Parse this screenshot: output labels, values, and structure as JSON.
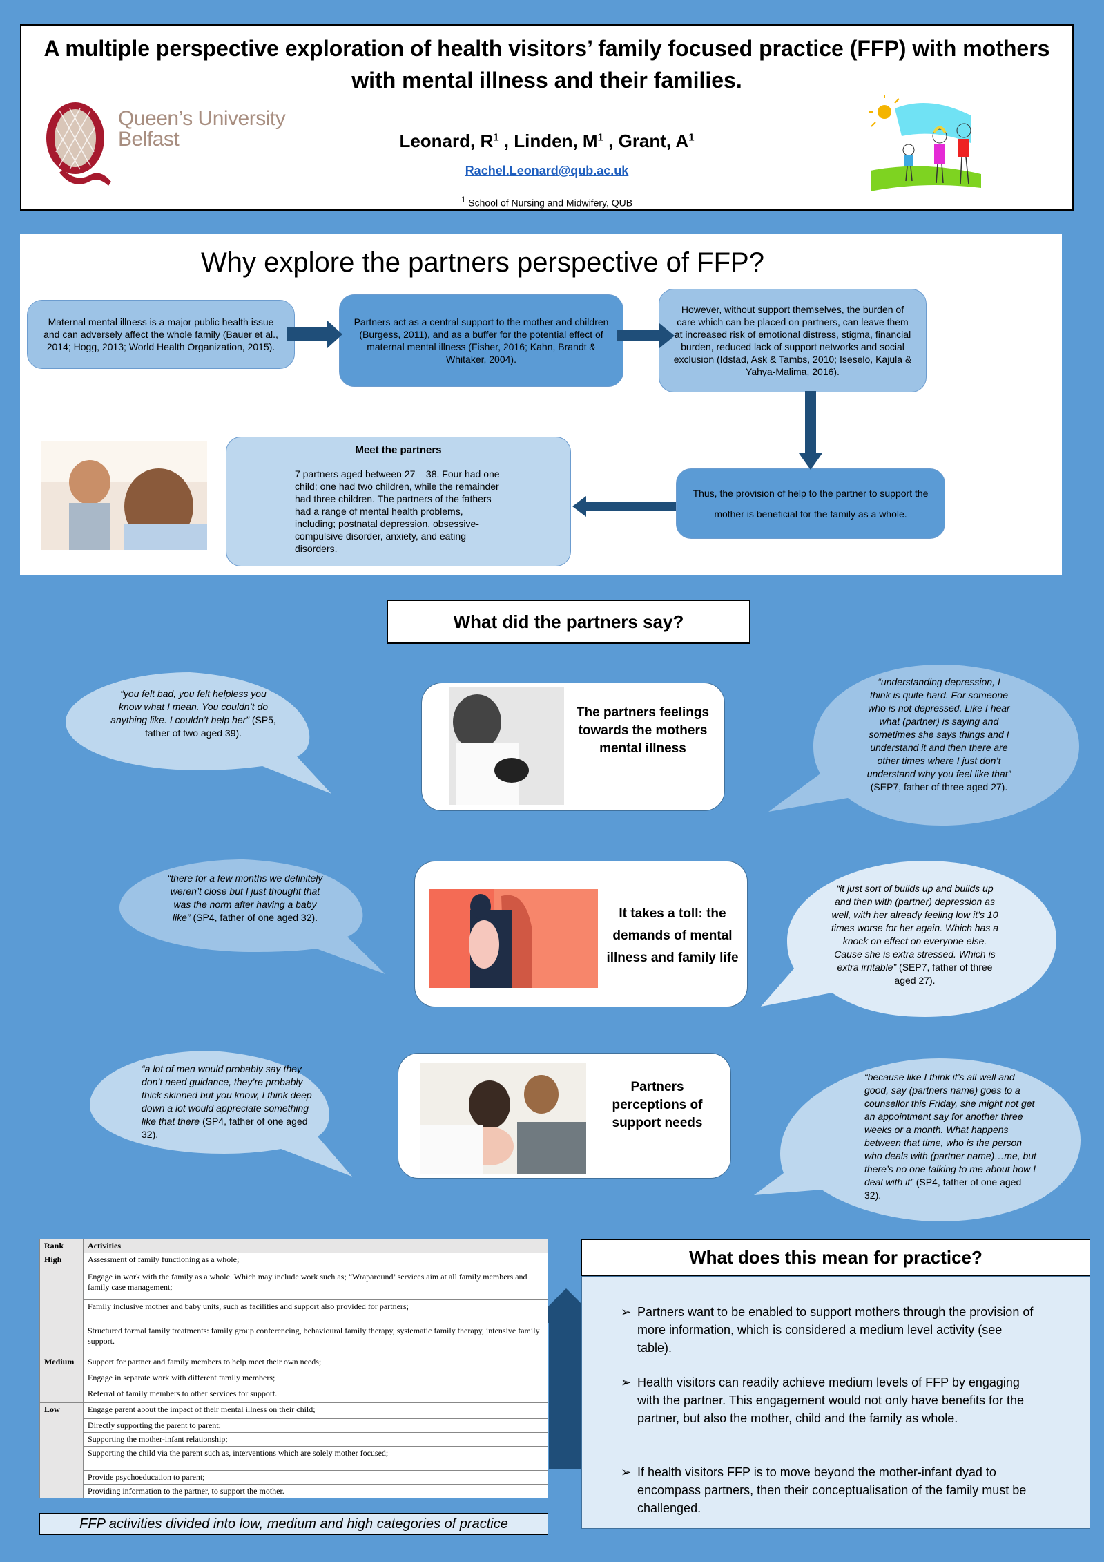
{
  "header": {
    "title_line1": "A multiple perspective exploration of health visitors’ family focused practice (FFP) with mothers",
    "title_line2": "with mental illness and their families.",
    "authors": [
      {
        "name": "Leonard, R",
        "sup": "1"
      },
      {
        "name": "Linden, M",
        "sup": "1"
      },
      {
        "name": "Grant, A",
        "sup": "1"
      }
    ],
    "email": "Rachel.Leonard@qub.ac.uk",
    "affiliation_sup": "1",
    "affiliation": "School of Nursing and Midwifery, QUB",
    "logo_text_line1": "Queen’s University",
    "logo_text_line2": "Belfast"
  },
  "why": {
    "title": "Why explore the partners perspective of FFP?",
    "box1": "Maternal mental illness is a major public health issue and can adversely affect the whole family (Bauer et al., 2014; Hogg, 2013; World Health Organization, 2015).",
    "box2": "Partners act as a central support to the mother and children (Burgess, 2011), and as a buffer for the potential effect of maternal mental illness (Fisher, 2016; Kahn, Brandt & Whitaker, 2004).",
    "box3": "However, without support themselves, the burden of care which can be placed on partners, can leave them at increased risk of emotional distress, stigma, financial burden, reduced lack of support networks and social exclusion (Idstad, Ask & Tambs, 2010; Iseselo, Kajula & Yahya-Malima, 2016).",
    "box4": "Thus, the provision of help to the partner to support the mother is beneficial for the family as a whole.",
    "meet_title": "Meet the partners",
    "meet_body": "7 partners aged between 27 – 38. Four had one child; one had two children, while the remainder had three children. The partners of the fathers had a range of mental health problems, including; postnatal depression, obsessive-compulsive disorder, anxiety, and eating disorders."
  },
  "say": {
    "title": "What did the partners say?",
    "themes": [
      "The partners feelings towards the mothers mental illness",
      "It takes a toll: the demands of mental illness and family life",
      "Partners perceptions of support needs"
    ],
    "quotes": [
      {
        "text": "“you felt bad, you felt helpless you know what I mean. You couldn’t do anything like.  I couldn’t help her”",
        "source": "(SP5, father of two aged 39)."
      },
      {
        "text": "“understanding depression, I think is quite hard. For someone who is not depressed. Like I hear what (partner) is saying and sometimes she says things and I understand it and then there are other times where I just don’t understand why you feel like that”",
        "source": "(SEP7, father of three aged 27)."
      },
      {
        "text": "“there for a few months we definitely weren’t close but I just thought that was the norm after having a baby like”",
        "source": "(SP4, father of one aged 32)."
      },
      {
        "text": "“it just sort of builds up and builds up and then with (partner) depression as well, with her already feeling low it’s 10 times worse for her again. Which has a knock on effect on everyone else. Cause she is extra stressed. Which is extra irritable”",
        "source": "(SEP7, father of three aged 27)."
      },
      {
        "text": "“a lot of men would probably say they don’t need guidance, they’re probably thick skinned but you know, I think deep down a lot would appreciate something like that there",
        "source": "(SP4, father of one aged 32)."
      },
      {
        "text": "“because like I think it’s all well and good, say (partners name) goes to a counsellor this Friday, she might not get an appointment say for another three weeks or a month. What happens between that time, who is the person who deals with (partner name)…me, but there’s no one talking to me about how I deal with it”",
        "source": "(SP4, father of one aged 32)."
      }
    ]
  },
  "table": {
    "headers": [
      "Rank",
      "Activities"
    ],
    "groups": [
      {
        "rank": "High",
        "items": [
          "Assessment of family functioning as a whole;",
          "Engage in work with the family as a whole. Which may include work such as; “Wraparound’ services aim at all family members and family case management;",
          "Family inclusive mother and baby units, such as facilities and support also provided for partners;",
          "Structured formal family treatments: family group conferencing, behavioural family therapy, systematic family therapy, intensive family support."
        ]
      },
      {
        "rank": "Medium",
        "items": [
          "Support for partner and family members to help meet their own needs;",
          "Engage in separate work with different family members;",
          "Referral of family members to other services  for support."
        ]
      },
      {
        "rank": "Low",
        "items": [
          "Engage parent about the impact of their mental illness on their child;",
          "Directly supporting the parent to parent;",
          "Supporting the mother-infant relationship;",
          "Supporting the child via the parent such as, interventions which are solely mother focused;",
          "Provide psychoeducation to parent;",
          "Providing information to the partner, to support the mother."
        ]
      }
    ],
    "caption": "FFP activities divided into low, medium and high categories of practice"
  },
  "practice": {
    "title": "What does this mean for practice?",
    "bullet_icon": "arrowhead-bullet",
    "bullets": [
      "Partners want to be enabled to support mothers through the provision of more information, which is considered a medium level activity (see table).",
      "Health visitors can readily achieve medium levels of FFP by engaging with the partner. This engagement would not only have benefits for the partner, but also the mother, child and the family as whole.",
      "If health visitors FFP is to move beyond the mother-infant dyad to encompass partners, then their conceptualisation of the family must be challenged."
    ]
  },
  "colors": {
    "background": "#5b9bd5",
    "arrow": "#1f4e79",
    "light_box": "#9dc3e6",
    "pale_box": "#bdd7ee",
    "practice_bg": "#deebf7"
  }
}
